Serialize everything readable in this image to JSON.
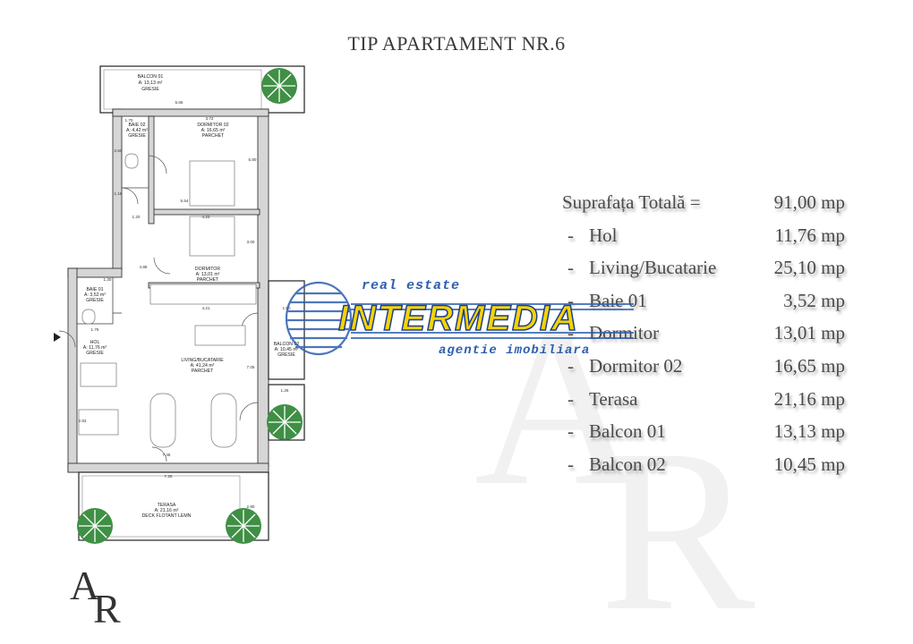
{
  "title": "TIP APARTAMENT NR.6",
  "areas": {
    "total": {
      "label": "Suprafața Totală =",
      "value": "91,00 mp"
    },
    "rooms": [
      {
        "label": "Hol",
        "value": "11,76 mp"
      },
      {
        "label": "Living/Bucatarie",
        "value": "25,10 mp"
      },
      {
        "label": "Baie 01",
        "value": "3,52  mp"
      },
      {
        "label": "Dormitor",
        "value": "13,01 mp"
      },
      {
        "label": "Dormitor 02",
        "value": "16,65 mp"
      },
      {
        "label": "Terasa",
        "value": "21,16  mp"
      },
      {
        "label": "Balcon 01",
        "value": "13,13 mp"
      },
      {
        "label": "Balcon 02",
        "value": "10,45 mp"
      }
    ],
    "dash": "-"
  },
  "watermark": {
    "top": "real estate",
    "main": "INTERMEDIA",
    "bottom": "agentie imobiliara"
  },
  "logo_text": "AR",
  "plan": {
    "balcon01": {
      "name": "BALCON 01",
      "area": "A: 13,13 m²",
      "floor": "GRESIE"
    },
    "baie02": {
      "name": "BAIE 02",
      "area": "A: 4,42 m²",
      "floor": "GRESIE"
    },
    "dormitor02": {
      "name": "DORMITOR 02",
      "area": "A: 16,65 m²",
      "floor": "PARCHET"
    },
    "dormitor": {
      "name": "DORMITOR",
      "area": "A: 13,01 m²",
      "floor": "PARCHET"
    },
    "baie01": {
      "name": "BAIE 01",
      "area": "A: 3,52 m²",
      "floor": "GRESIE"
    },
    "hol": {
      "name": "HOL",
      "area": "A: 11,76 m²",
      "floor": "GRESIE"
    },
    "living": {
      "name": "LIVING/BUCATARIE",
      "area": "A: 41,24 m²",
      "floor": "PARCHET"
    },
    "balcon02": {
      "name": "BALCON 02",
      "area": "A: 10,45 m²",
      "floor": "GRESIE"
    },
    "terasa": {
      "name": "TERASA",
      "area": "A: 21,16 m²",
      "floor": "DECK FLOTANT LEMN"
    },
    "dims": {
      "d_565": "5.65",
      "d_170": "1.70",
      "d_372": "3.72",
      "d_580": "5.80",
      "d_554": "5.54",
      "d_120": "1.20",
      "d_422": "4.22",
      "d_300": "3.00",
      "d_421": "4.21",
      "d_150": "1.50",
      "d_705": "7.05",
      "d_125": "1.25",
      "d_176": "1.76",
      "d_283": "2.83",
      "d_745": "7.45",
      "d_725": "7.25",
      "d_290": "2.90",
      "d_118": "1.18",
      "d_260": "2.60",
      "d_488": "4.88",
      "d_130": "1.30"
    }
  },
  "colors": {
    "watermark_blue": "#2d5fae",
    "watermark_yellow": "#f4d400",
    "text_gray": "#4a4a4a",
    "plant_green": "#3f8f45"
  }
}
